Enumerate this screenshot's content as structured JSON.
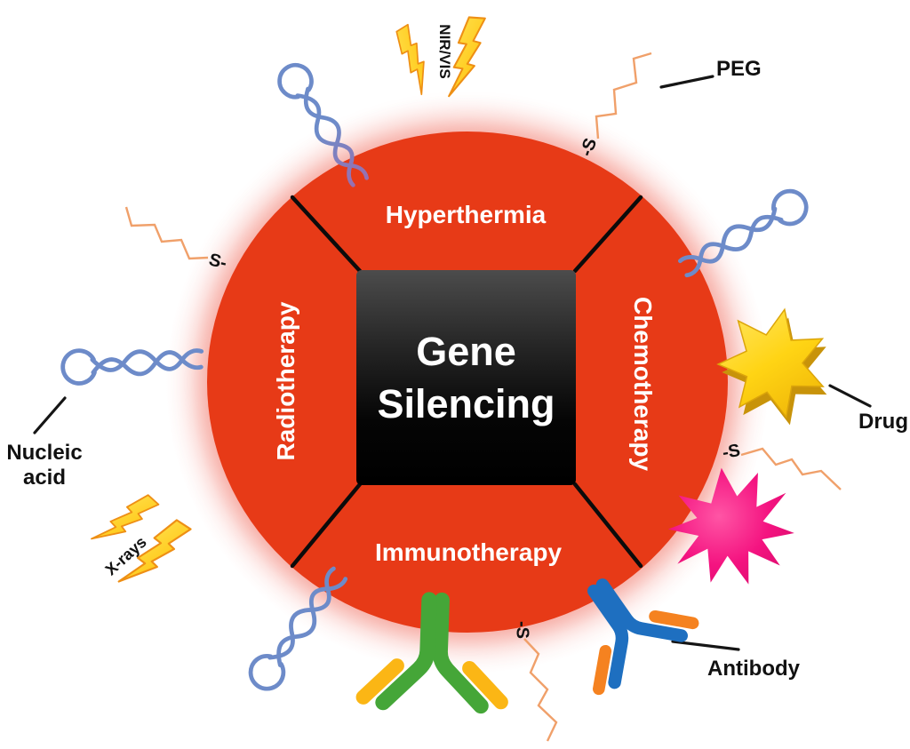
{
  "figure_title": "Gene Silencing multimodal therapy nanoparticle diagram",
  "center": {
    "line1": "Gene",
    "line2": "Silencing"
  },
  "quadrants": {
    "top": "Hyperthermia",
    "right": "Chemotherapy",
    "bottom": "Immunotherapy",
    "left": "Radiotherapy"
  },
  "labels": {
    "peg": "PEG",
    "drug": "Drug",
    "antibody": "Antibody",
    "nucleic_line1": "Nucleic",
    "nucleic_line2": "acid",
    "nir_vis": "NIR/VIS",
    "x_rays": "X-rays"
  },
  "linkers": {
    "top_right": "-S",
    "left": "S-",
    "right": "-S",
    "bottom": "-S"
  },
  "colors": {
    "circle_red": "#E73A17",
    "center_square": "#000000",
    "bolt_yellow": "#FFC913",
    "bolt_outline": "#EE8F15",
    "drug_star_yellow": "#FFD414",
    "burst_pink": "#F41380",
    "antibody_blue": "#1E6FC0",
    "antibody_orange": "#F58220",
    "antibody_green": "#45A638",
    "antibody_gold": "#FBB615",
    "helix_blue": "#6D8BC9",
    "helix_purple": "#9A6FB0",
    "peg_chain_orange": "#F0A06A"
  }
}
